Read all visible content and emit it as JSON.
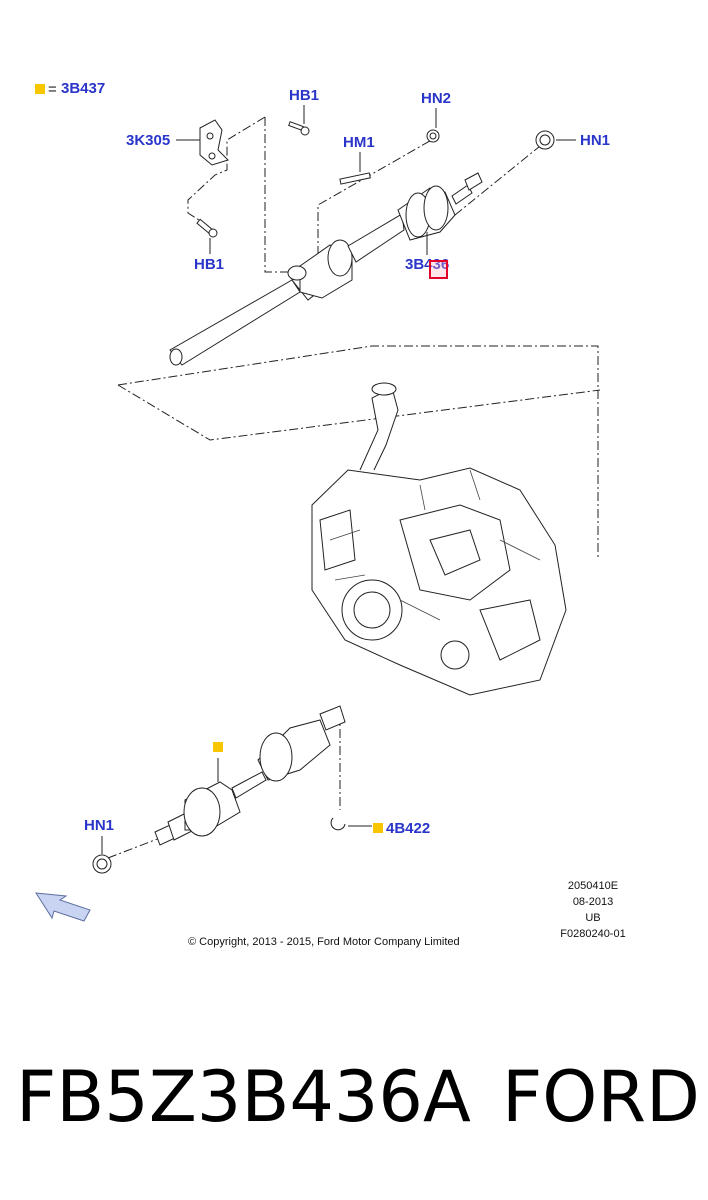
{
  "legend": {
    "marker": "square",
    "eq": "=",
    "label": "3B437"
  },
  "callouts": {
    "hb1_top": "HB1",
    "hn2": "HN2",
    "k3305": "3K305",
    "hm1": "HM1",
    "hn1_top": "HN1",
    "hb1_left": "HB1",
    "b436": "3B436",
    "hn1_bottom": "HN1",
    "b4422": "4B422"
  },
  "metadata": {
    "line1": "2050410E",
    "line2": "08-2013",
    "line3": "UB",
    "line4": "F0280240-01"
  },
  "copyright": "© Copyright, 2013 - 2015, Ford Motor Company Limited",
  "footer": {
    "part_number": "FB5Z3B436A",
    "brand": "FORD"
  },
  "colors": {
    "callout": "#2a35c9",
    "marker": "#f7c600",
    "highlight": "#e3002b"
  },
  "icons": {
    "view_arrow": "arrow-icon"
  }
}
